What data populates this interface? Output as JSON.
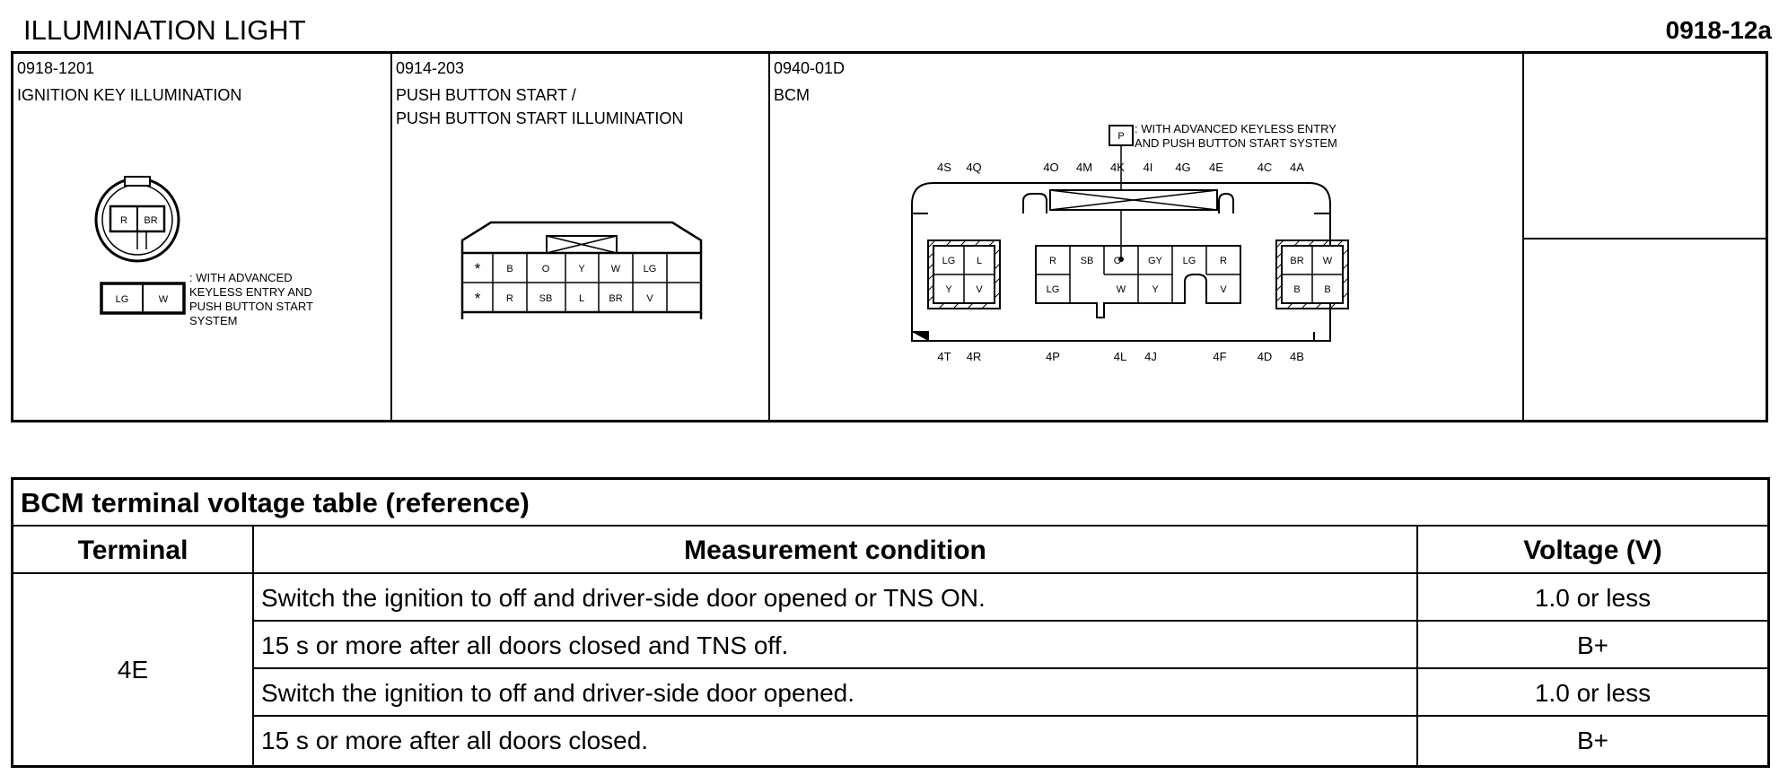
{
  "page": {
    "title": "ILLUMINATION LIGHT",
    "code": "0918-12a"
  },
  "connectors": [
    {
      "code": "0918-1201",
      "name": "IGNITION KEY ILLUMINATION",
      "pins_top": [
        "R",
        "BR"
      ],
      "pins_option": [
        "LG",
        "W"
      ],
      "note": [
        ": WITH ADVANCED",
        "KEYLESS ENTRY AND",
        "PUSH BUTTON START",
        "SYSTEM"
      ]
    },
    {
      "code": "0914-203",
      "name": "PUSH BUTTON START /\nPUSH BUTTON START ILLUMINATION",
      "row1": [
        "*",
        "B",
        "O",
        "Y",
        "W",
        "LG"
      ],
      "row2": [
        "*",
        "R",
        "SB",
        "L",
        "BR",
        "V"
      ]
    },
    {
      "code": "0940-01D",
      "name": "BCM",
      "legend_symbol": "P",
      "legend_text": [
        ": WITH ADVANCED KEYLESS ENTRY",
        "AND PUSH BUTTON START SYSTEM"
      ],
      "top_labels": [
        "4S",
        "4Q",
        "4O",
        "4M",
        "4K",
        "4I",
        "4G",
        "4E",
        "4C",
        "4A"
      ],
      "bottom_labels": [
        "4T",
        "4R",
        "4P",
        "4L",
        "4J",
        "4F",
        "4D",
        "4B"
      ],
      "left_block": [
        [
          "LG",
          "L"
        ],
        [
          "Y",
          "V"
        ]
      ],
      "mid_row1": [
        "R",
        "SB",
        "O",
        "GY",
        "LG",
        "R"
      ],
      "mid_row2": [
        "LG",
        "W",
        "Y",
        "V"
      ],
      "right_block": [
        [
          "BR",
          "W"
        ],
        [
          "B",
          "B"
        ]
      ]
    }
  ],
  "voltage_table": {
    "caption": "BCM terminal voltage table (reference)",
    "headers": [
      "Terminal",
      "Measurement condition",
      "Voltage (V)"
    ],
    "terminal": "4E",
    "rows": [
      {
        "condition": "Switch the ignition to off and driver-side door opened or TNS ON.",
        "voltage": "1.0 or less"
      },
      {
        "condition": "15 s or more after all doors closed and TNS off.",
        "voltage": "B+"
      },
      {
        "condition": "Switch the ignition to off and driver-side door opened.",
        "voltage": "1.0 or less"
      },
      {
        "condition": "15 s or more after all doors closed.",
        "voltage": "B+"
      }
    ]
  }
}
